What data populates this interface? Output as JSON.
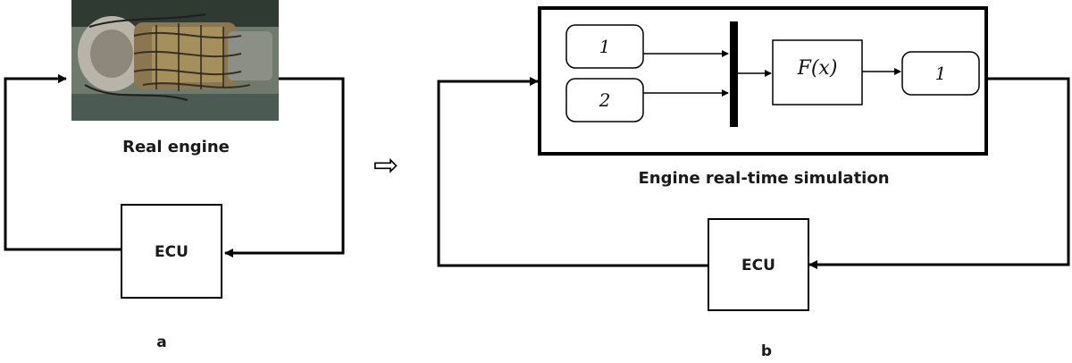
{
  "panel_a": {
    "engine_label": "Real engine",
    "ecu_label": "ECU",
    "caption": "a"
  },
  "panel_b": {
    "simulation_label": "Engine real-time simulation",
    "ecu_label": "ECU",
    "caption": "b",
    "input_block_1": "1",
    "input_block_2": "2",
    "function_block": "F(x)",
    "output_block": "1"
  },
  "transition_arrow": "⇨"
}
